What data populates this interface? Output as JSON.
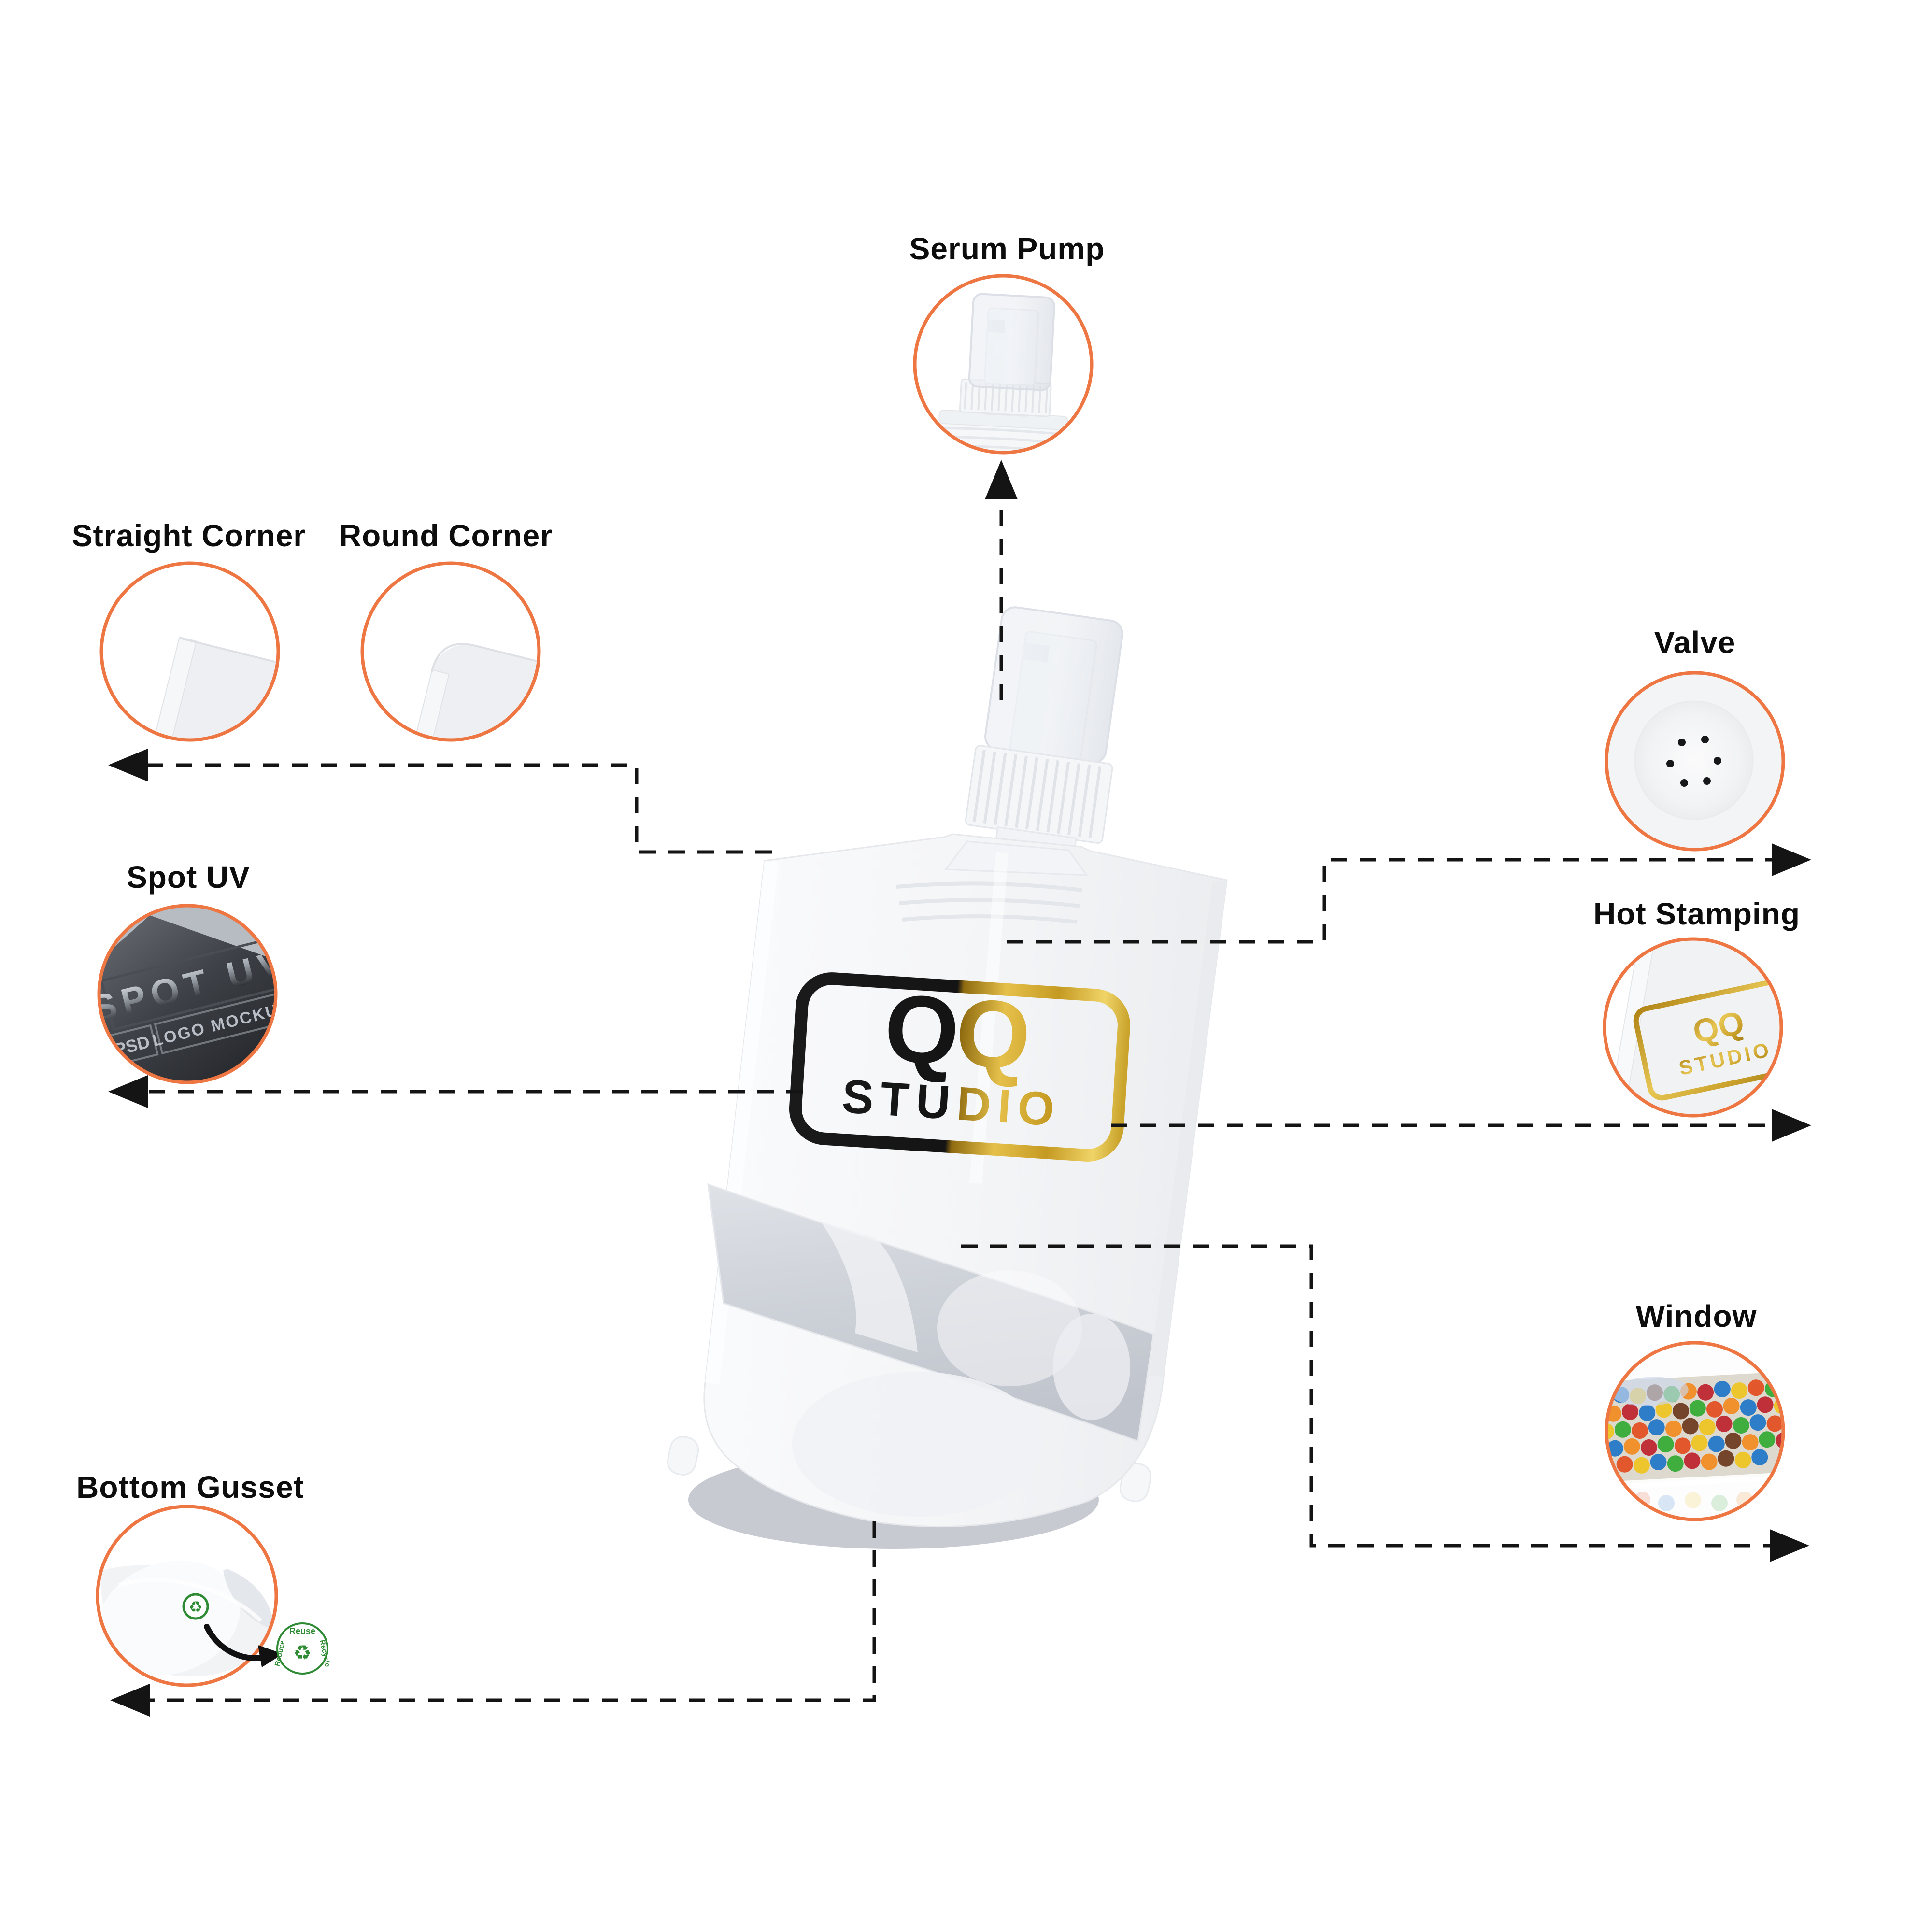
{
  "page": {
    "background": "#ffffff"
  },
  "colors": {
    "accent_orange": "#ED7642",
    "connector_black": "#141414",
    "logo_black": "#1A1A1A",
    "gold": "#D9B13B",
    "recycle_green": "#2E8B34",
    "pouch_white": "#F6F7F9",
    "window_gray": "#C9CDD4"
  },
  "icons": {
    "recycle": "♻"
  },
  "callouts": {
    "serum_pump": {
      "label": "Serum Pump"
    },
    "straight_corner": {
      "label": "Straight Corner"
    },
    "round_corner": {
      "label": "Round Corner"
    },
    "valve": {
      "label": "Valve"
    },
    "spot_uv": {
      "label": "Spot UV"
    },
    "hot_stamping": {
      "label": "Hot Stamping"
    },
    "window": {
      "label": "Window"
    },
    "bottom_gusset": {
      "label": "Bottom Gusset"
    }
  },
  "pouch": {
    "logo_line1": "QQ",
    "logo_line2": "STUDIO"
  },
  "samples": {
    "spot_uv": {
      "title": "SPOT UV",
      "tag1": "PSD",
      "tag2": "LOGO MOCKUP"
    },
    "hot_stamp": {
      "line1": "QQ",
      "line2": "STUDIO"
    },
    "recycle_badge": {
      "word_top": "Reuse",
      "word_right": "Recycle",
      "word_left": "Reduce"
    }
  }
}
